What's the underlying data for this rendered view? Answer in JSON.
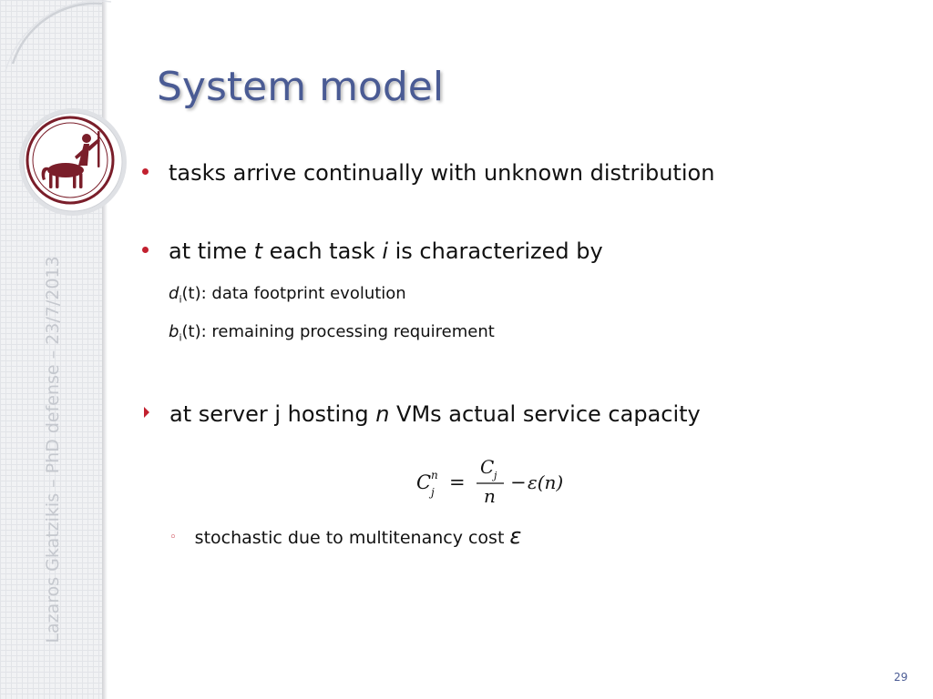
{
  "slide": {
    "title": "System model",
    "side_caption": "Lazaros Gkatzikis – PhD defense – 23/7/2013",
    "page_number": "29"
  },
  "bullets": {
    "b1": "tasks arrive continually with unknown distribution",
    "b2": {
      "prefix": "at time ",
      "t": "t",
      "mid": " each task ",
      "i": "i",
      "suffix": " is characterized by"
    },
    "sub1": {
      "var": "d",
      "index": "i",
      "text": "(t): data footprint evolution"
    },
    "sub2": {
      "var": "b",
      "index": "i",
      "text": "(t): remaining processing requirement"
    },
    "b3": {
      "prefix": "at server j hosting ",
      "n": "n",
      "suffix": " VMs actual service capacity"
    },
    "formula": {
      "lhs_base": "C",
      "lhs_sup": "n",
      "lhs_sub": "j",
      "equals": "=",
      "num_base": "C",
      "num_sub": "j",
      "denominator": "n",
      "minus": "−",
      "epsilon_term": "ε(n)"
    },
    "b4": {
      "text": "stochastic due to multitenancy cost ",
      "symbol": "ε"
    }
  },
  "colors": {
    "title": "#4a5b94",
    "accent": "#c2202f",
    "caption": "#c5c8ce"
  },
  "icons": {
    "logo": "centaur-seal-icon",
    "bullet": "bullet-dot-icon",
    "arrow": "arrow-bullet-icon",
    "ring": "ring-bullet-icon"
  }
}
